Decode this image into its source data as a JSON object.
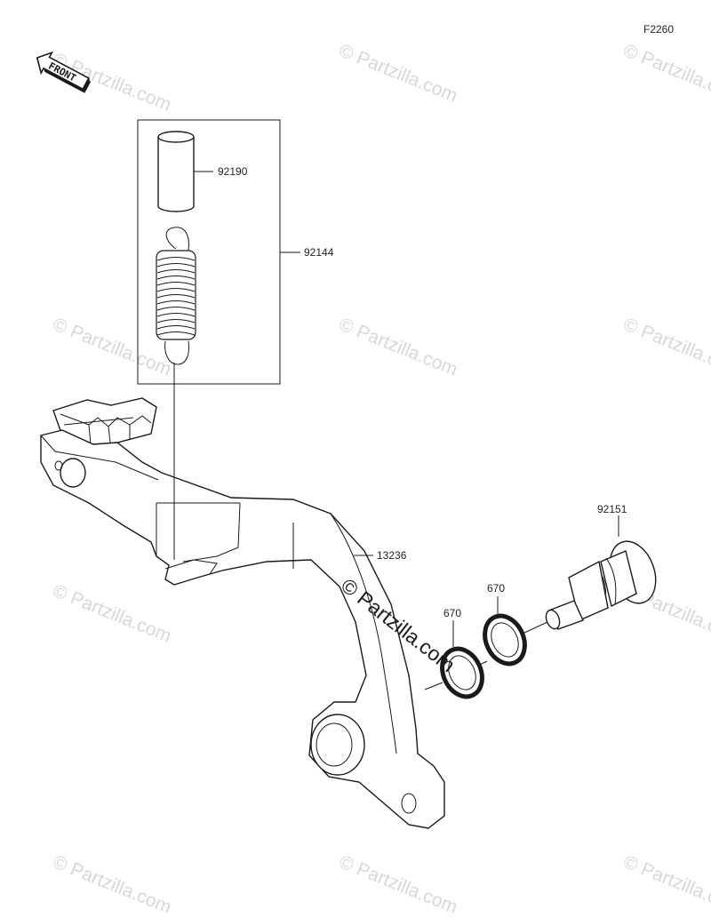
{
  "diagram_code": "F2260",
  "front_label": "FRONT",
  "watermark": "© Partzilla.com",
  "watermark_center": "© Partzilla.com",
  "callouts": [
    {
      "id": "92190",
      "part": "collar"
    },
    {
      "id": "92144",
      "part": "spring"
    },
    {
      "id": "13236",
      "part": "brake-pedal"
    },
    {
      "id": "92151",
      "part": "pivot-bolt"
    },
    {
      "id": "670",
      "part": "o-ring-left"
    },
    {
      "id": "670",
      "part": "o-ring-right"
    }
  ]
}
